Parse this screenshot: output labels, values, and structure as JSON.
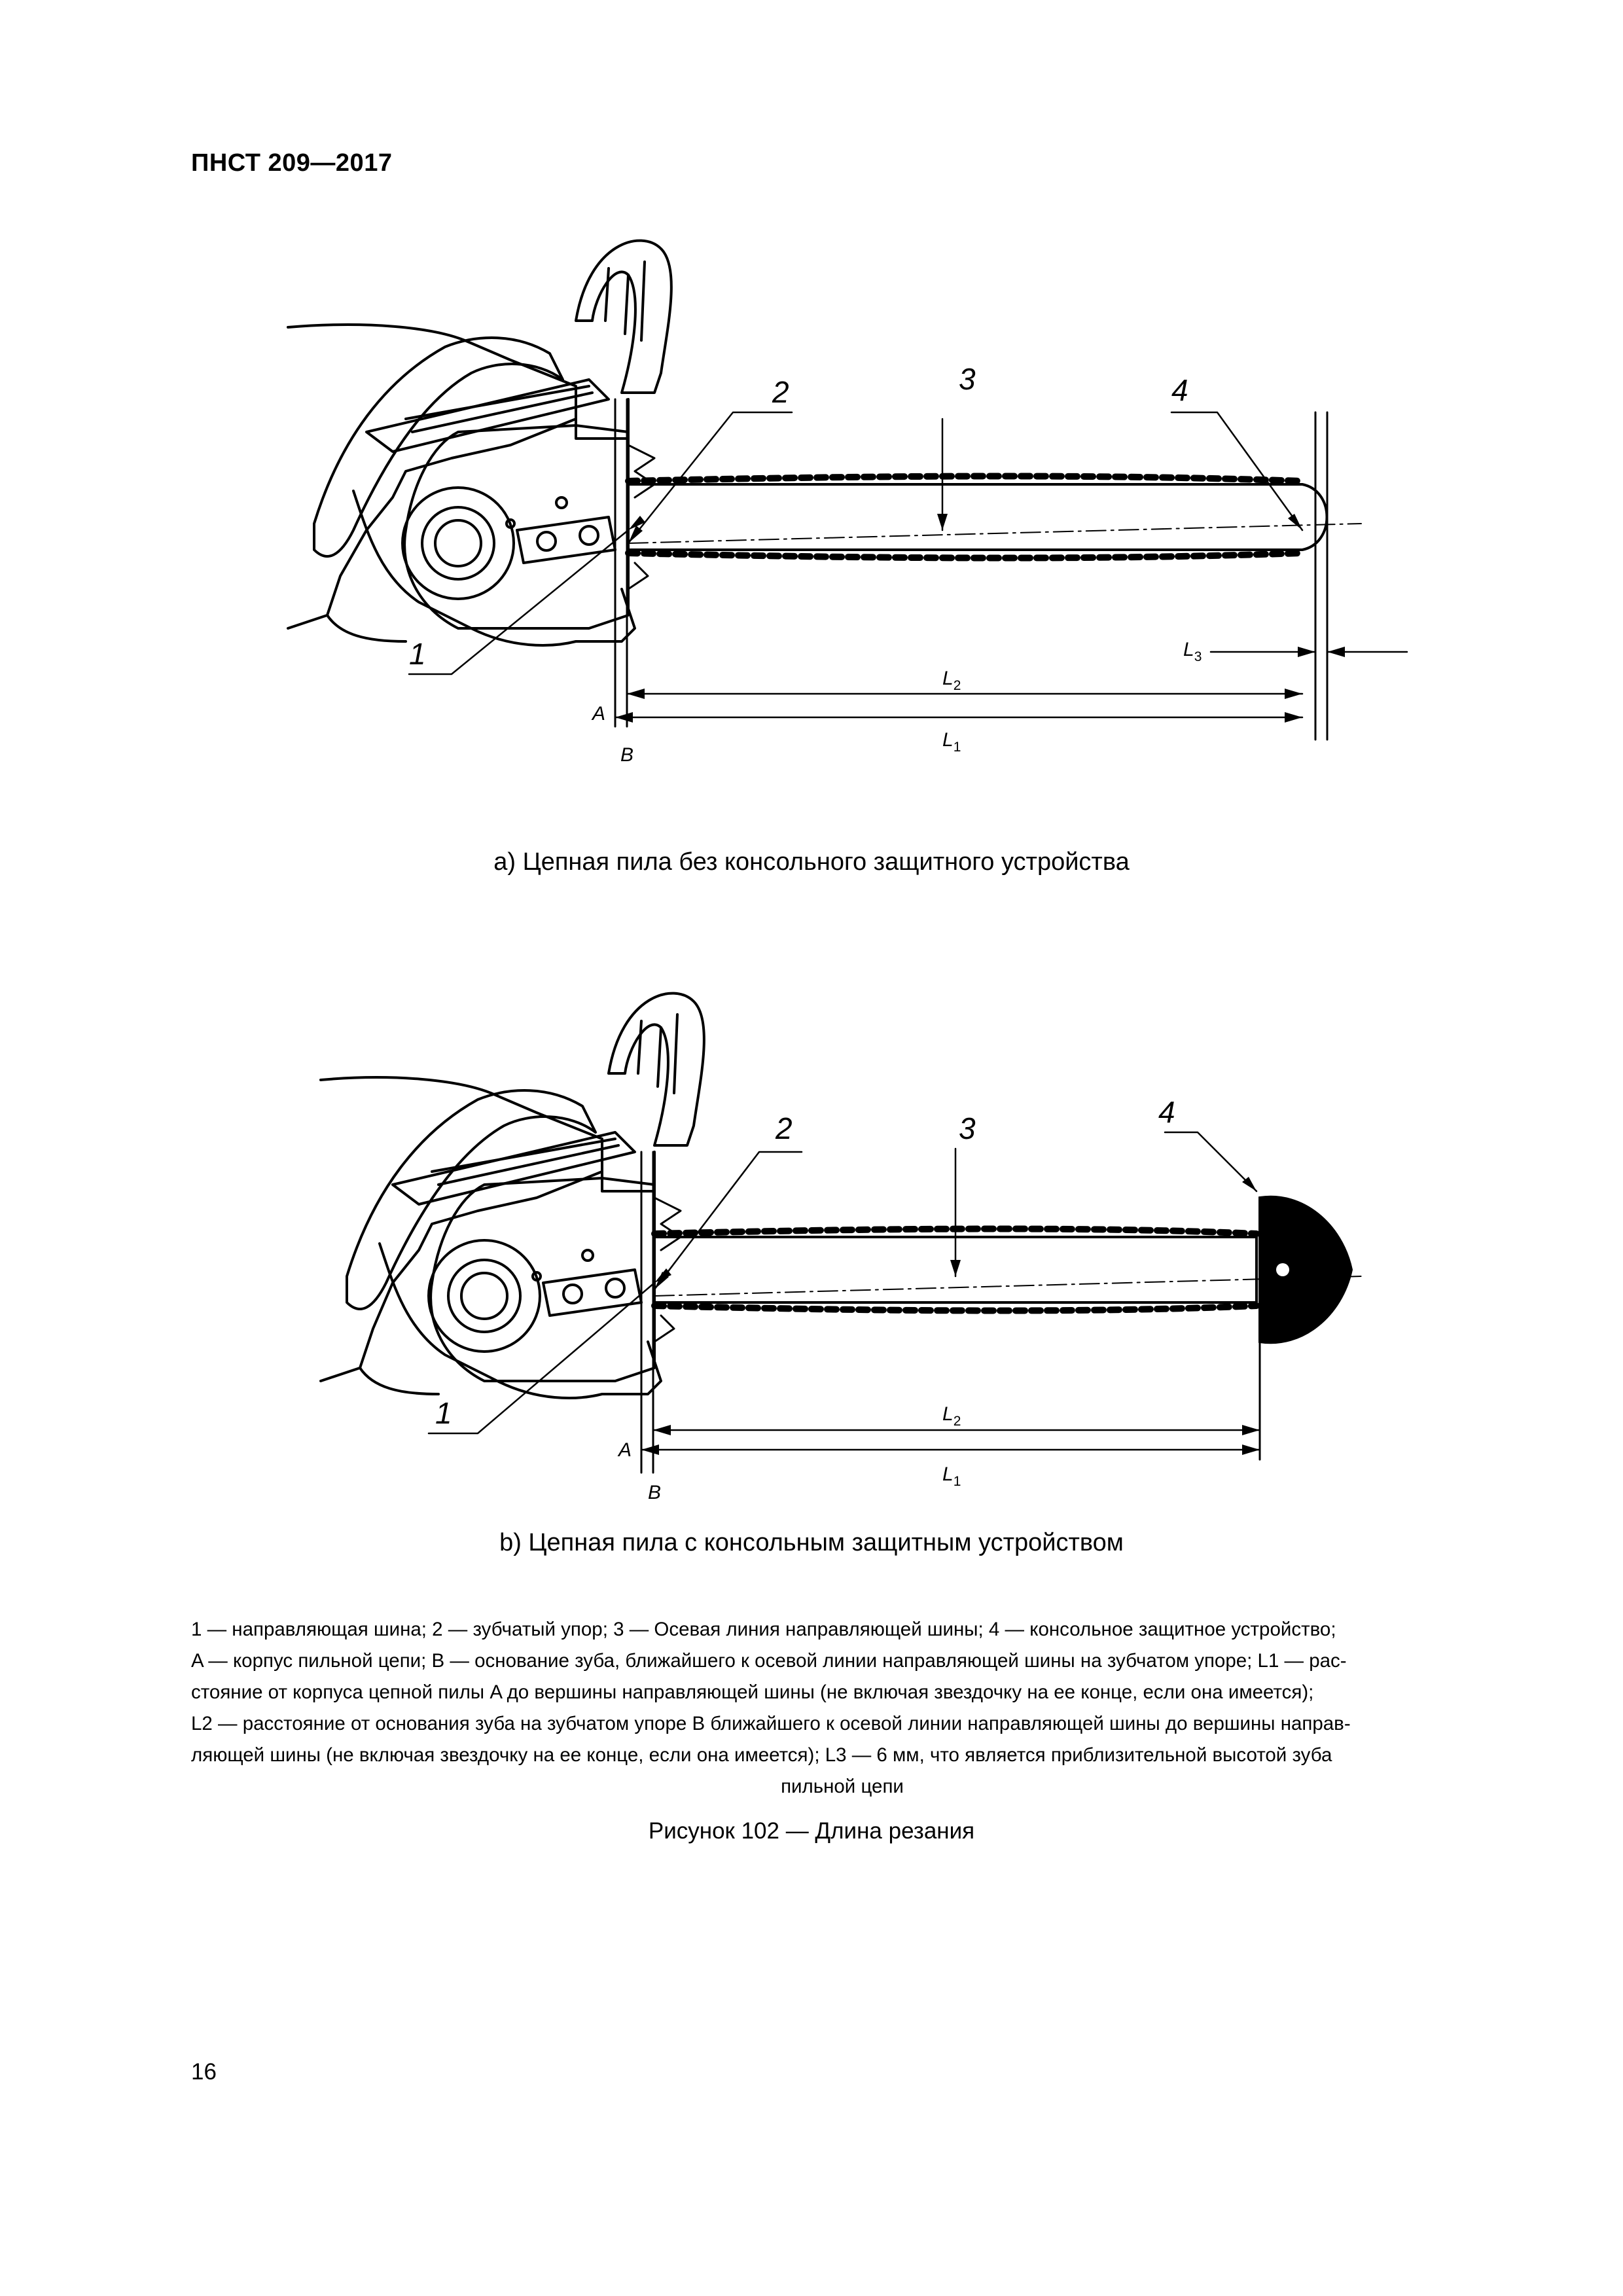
{
  "header": {
    "doc_code": "ПНСТ 209—2017"
  },
  "figure_a": {
    "caption": "а) Цепная пила без консольного защитного устройства",
    "callouts": [
      "1",
      "2",
      "3",
      "4"
    ],
    "labels": {
      "A": "A",
      "B": "B",
      "L1": "L",
      "L1_sub": "1",
      "L2": "L",
      "L2_sub": "2",
      "L3": "L",
      "L3_sub": "3"
    }
  },
  "figure_b": {
    "caption": "b) Цепная пила с консольным защитным устройством",
    "callouts": [
      "1",
      "2",
      "3",
      "4"
    ],
    "labels": {
      "A": "A",
      "B": "B",
      "L1": "L",
      "L1_sub": "1",
      "L2": "L",
      "L2_sub": "2"
    }
  },
  "legend": {
    "line1": "1 — направляющая шина; 2 — зубчатый упор; 3 — Осевая линия направляющей шины; 4 — консольное защитное устройство;",
    "line2": "A — корпус пильной цепи; B — основание зуба, ближайшего к осевой линии направляющей шины на зубчатом упоре; L1 — рас-",
    "line3": "стояние от корпуса цепной пилы A до вершины направляющей шины (не включая звездочку на ее конце, если она имеется);",
    "line4": "L2 — расстояние от основания зуба на зубчатом упоре B ближайшего к осевой линии направляющей шины до вершины направ-",
    "line5": "ляющей шины (не включая звездочку на ее конце, если она имеется); L3 — 6 мм, что является приблизительной высотой зуба",
    "line6": "пильной цепи"
  },
  "figure_title": "Рисунок 102 — Длина резания",
  "page_number": "16"
}
